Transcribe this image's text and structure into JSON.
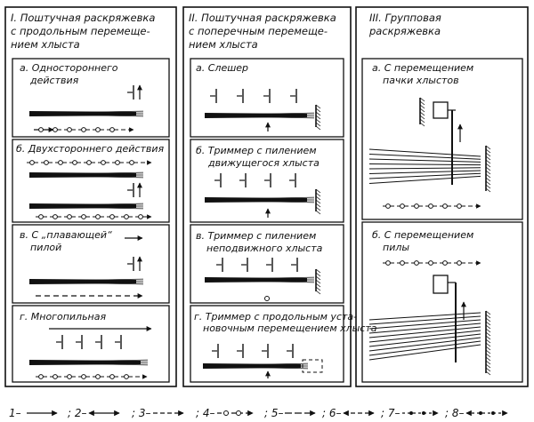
{
  "columns": [
    {
      "header": [
        "I. Поштучная раскряжевка",
        "с продольным перемеще-",
        "нием хлыста"
      ],
      "panels": [
        {
          "title": [
            "а. Одностороннего",
            "действия"
          ]
        },
        {
          "title": [
            "б. Двухстороннего действия"
          ]
        },
        {
          "title": [
            "в. С „плавающей“",
            "пилой"
          ]
        },
        {
          "title": [
            "г. Многопильная"
          ]
        }
      ]
    },
    {
      "header": [
        "II. Поштучная раскряжевка",
        "с поперечным перемеще-",
        "нием хлыста"
      ],
      "panels": [
        {
          "title": [
            "а. Слешер"
          ]
        },
        {
          "title": [
            "б. Триммер с пилением",
            "движущегося хлыста"
          ]
        },
        {
          "title": [
            "в. Триммер с пилением",
            "неподвижного хлыста"
          ]
        },
        {
          "title": [
            "г. Триммер с продольным уста-",
            "новочным перемещением хлыста"
          ]
        }
      ]
    },
    {
      "header": [
        "III. Групповая",
        "раскряжевка"
      ],
      "panels": [
        {
          "title": [
            "а. С перемещением",
            "пачки хлыстов"
          ]
        },
        {
          "title": [
            "б. С перемещением",
            "пилы"
          ]
        }
      ]
    }
  ],
  "legend": [
    "1–",
    "; 2–",
    "; 3–",
    "; 4–",
    "; 5–",
    "; 6–",
    "; 7–",
    "; 8–"
  ]
}
